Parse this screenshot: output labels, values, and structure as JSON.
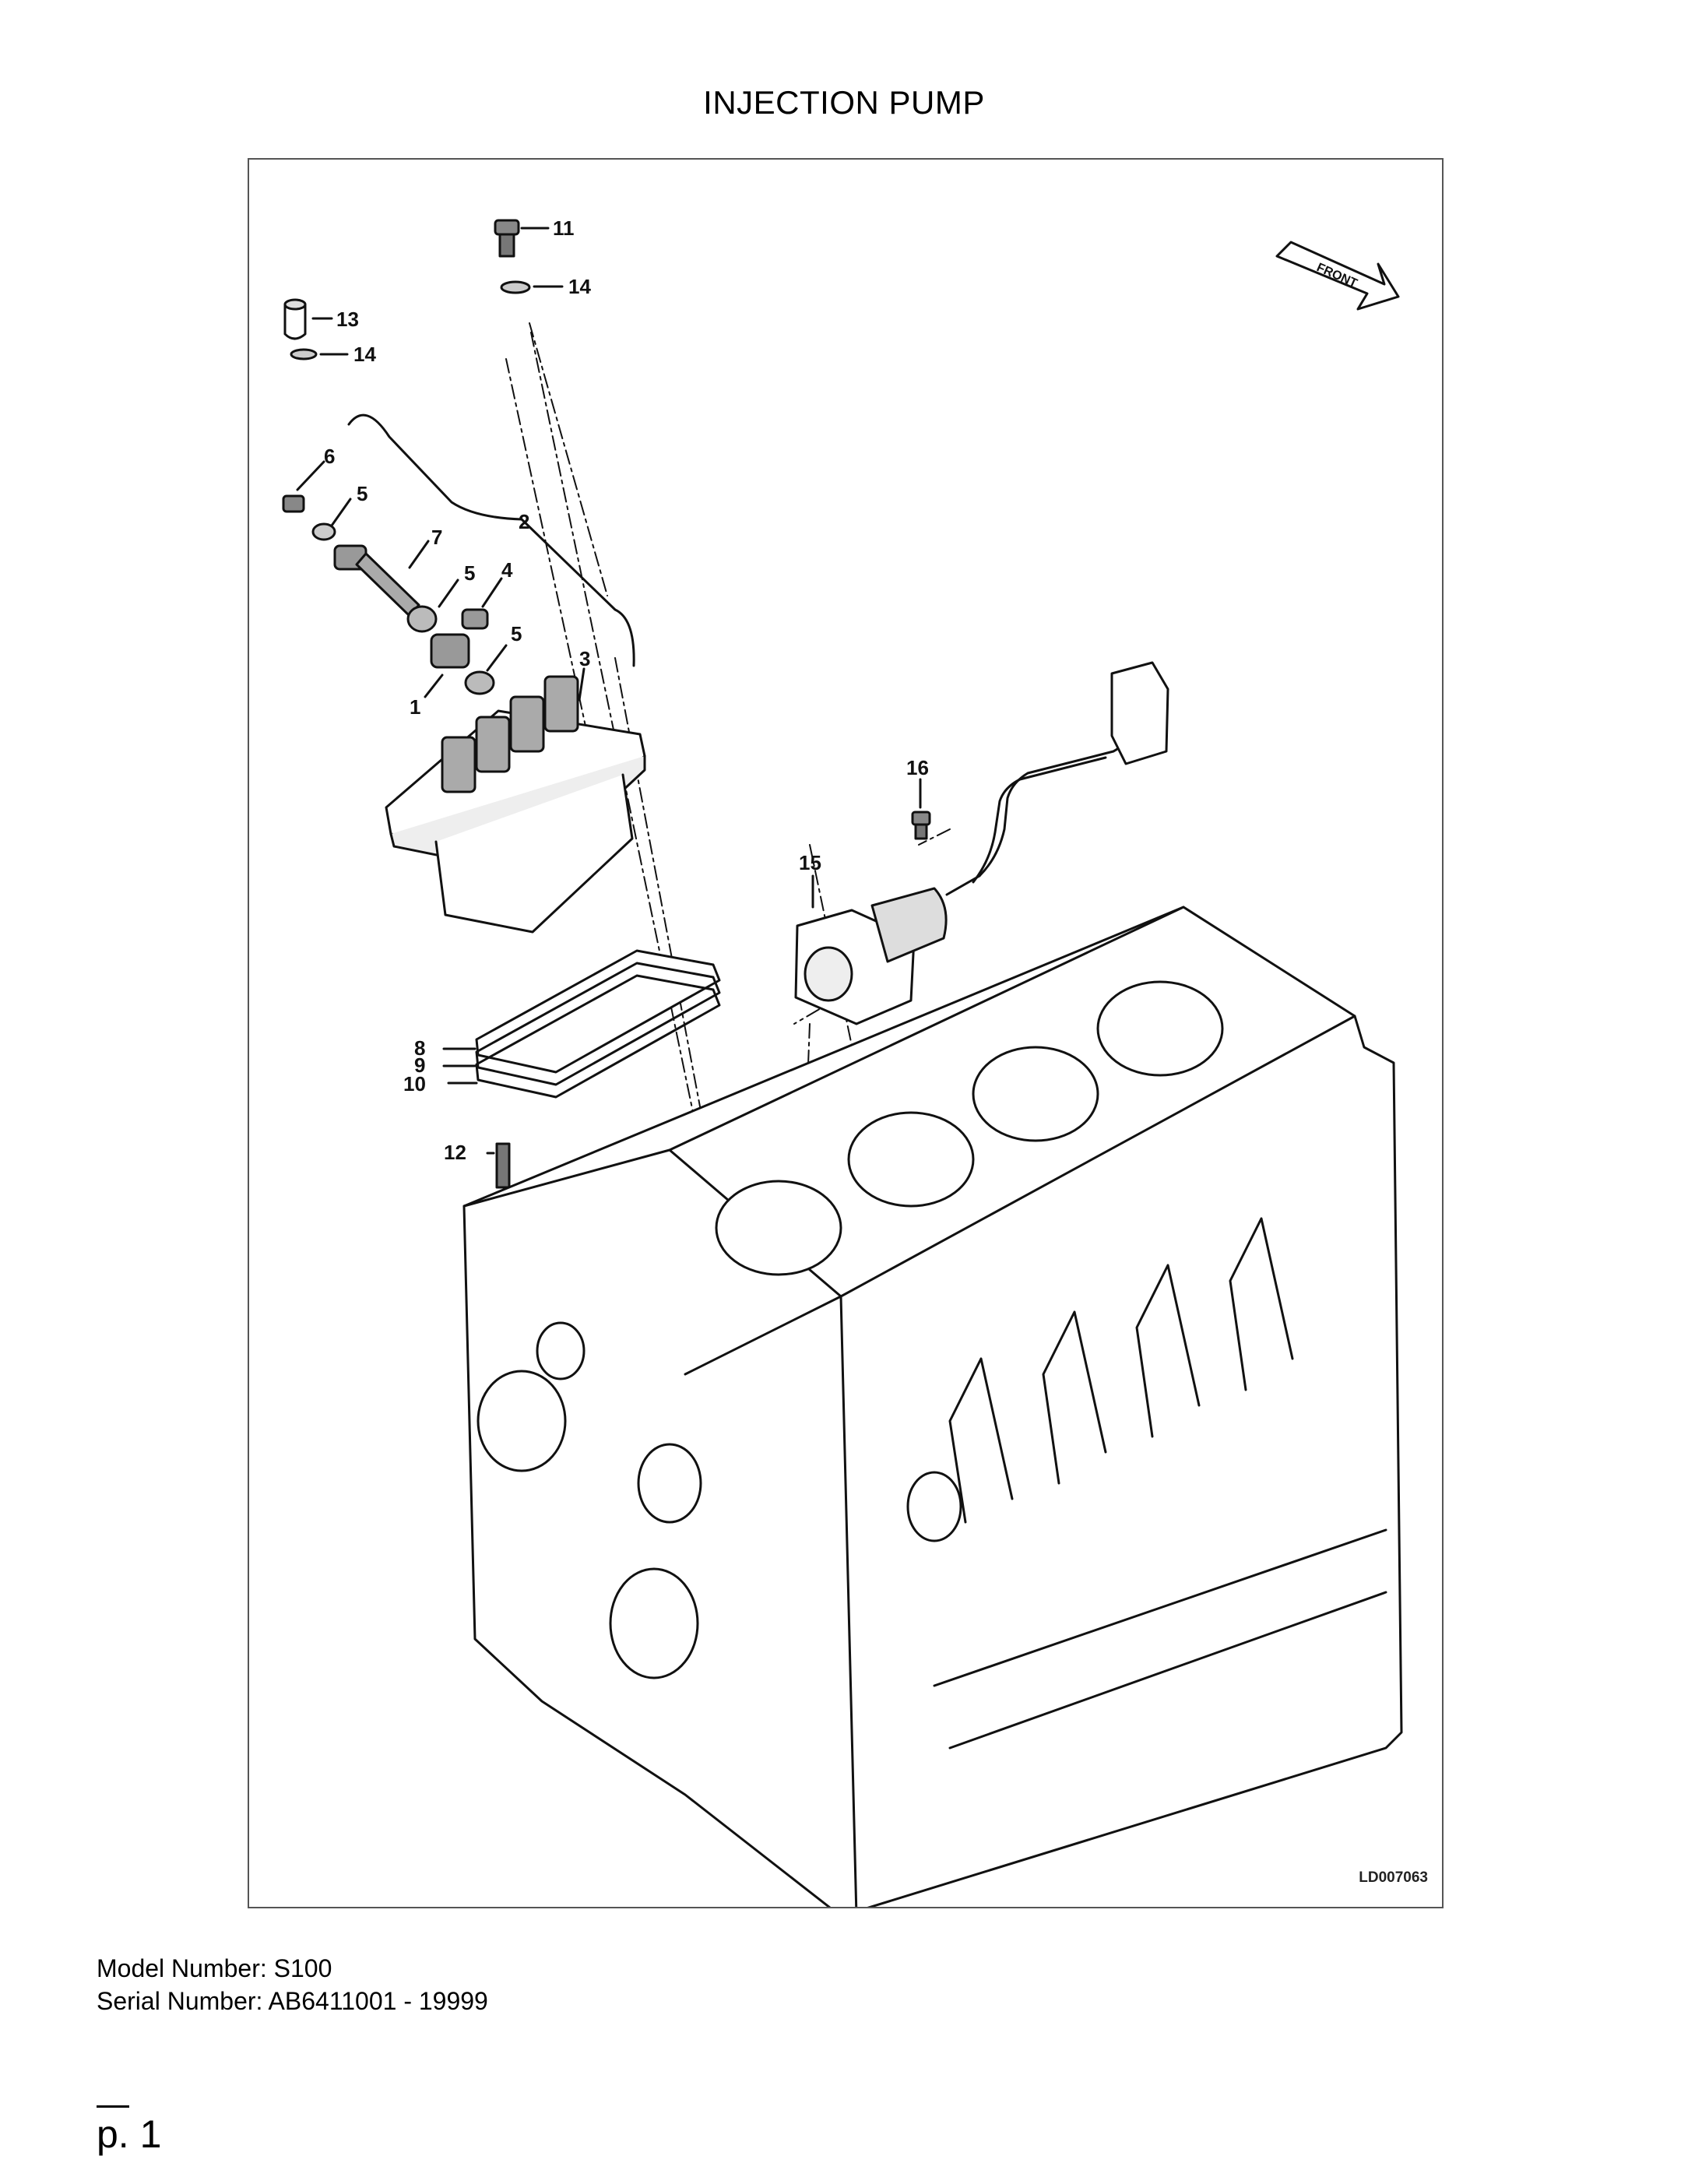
{
  "page": {
    "title": "INJECTION PUMP",
    "model_number": "Model Number: S100",
    "serial_number": "Serial Number: AB6411001 - 19999",
    "page_number": "p. 1"
  },
  "diagram": {
    "drawing_code": "LD007063",
    "front_arrow_label": "FRONT",
    "callouts": [
      "1",
      "2",
      "3",
      "4",
      "5",
      "5",
      "5",
      "6",
      "7",
      "8",
      "9",
      "10",
      "11",
      "12",
      "13",
      "14",
      "14",
      "15",
      "16"
    ]
  }
}
